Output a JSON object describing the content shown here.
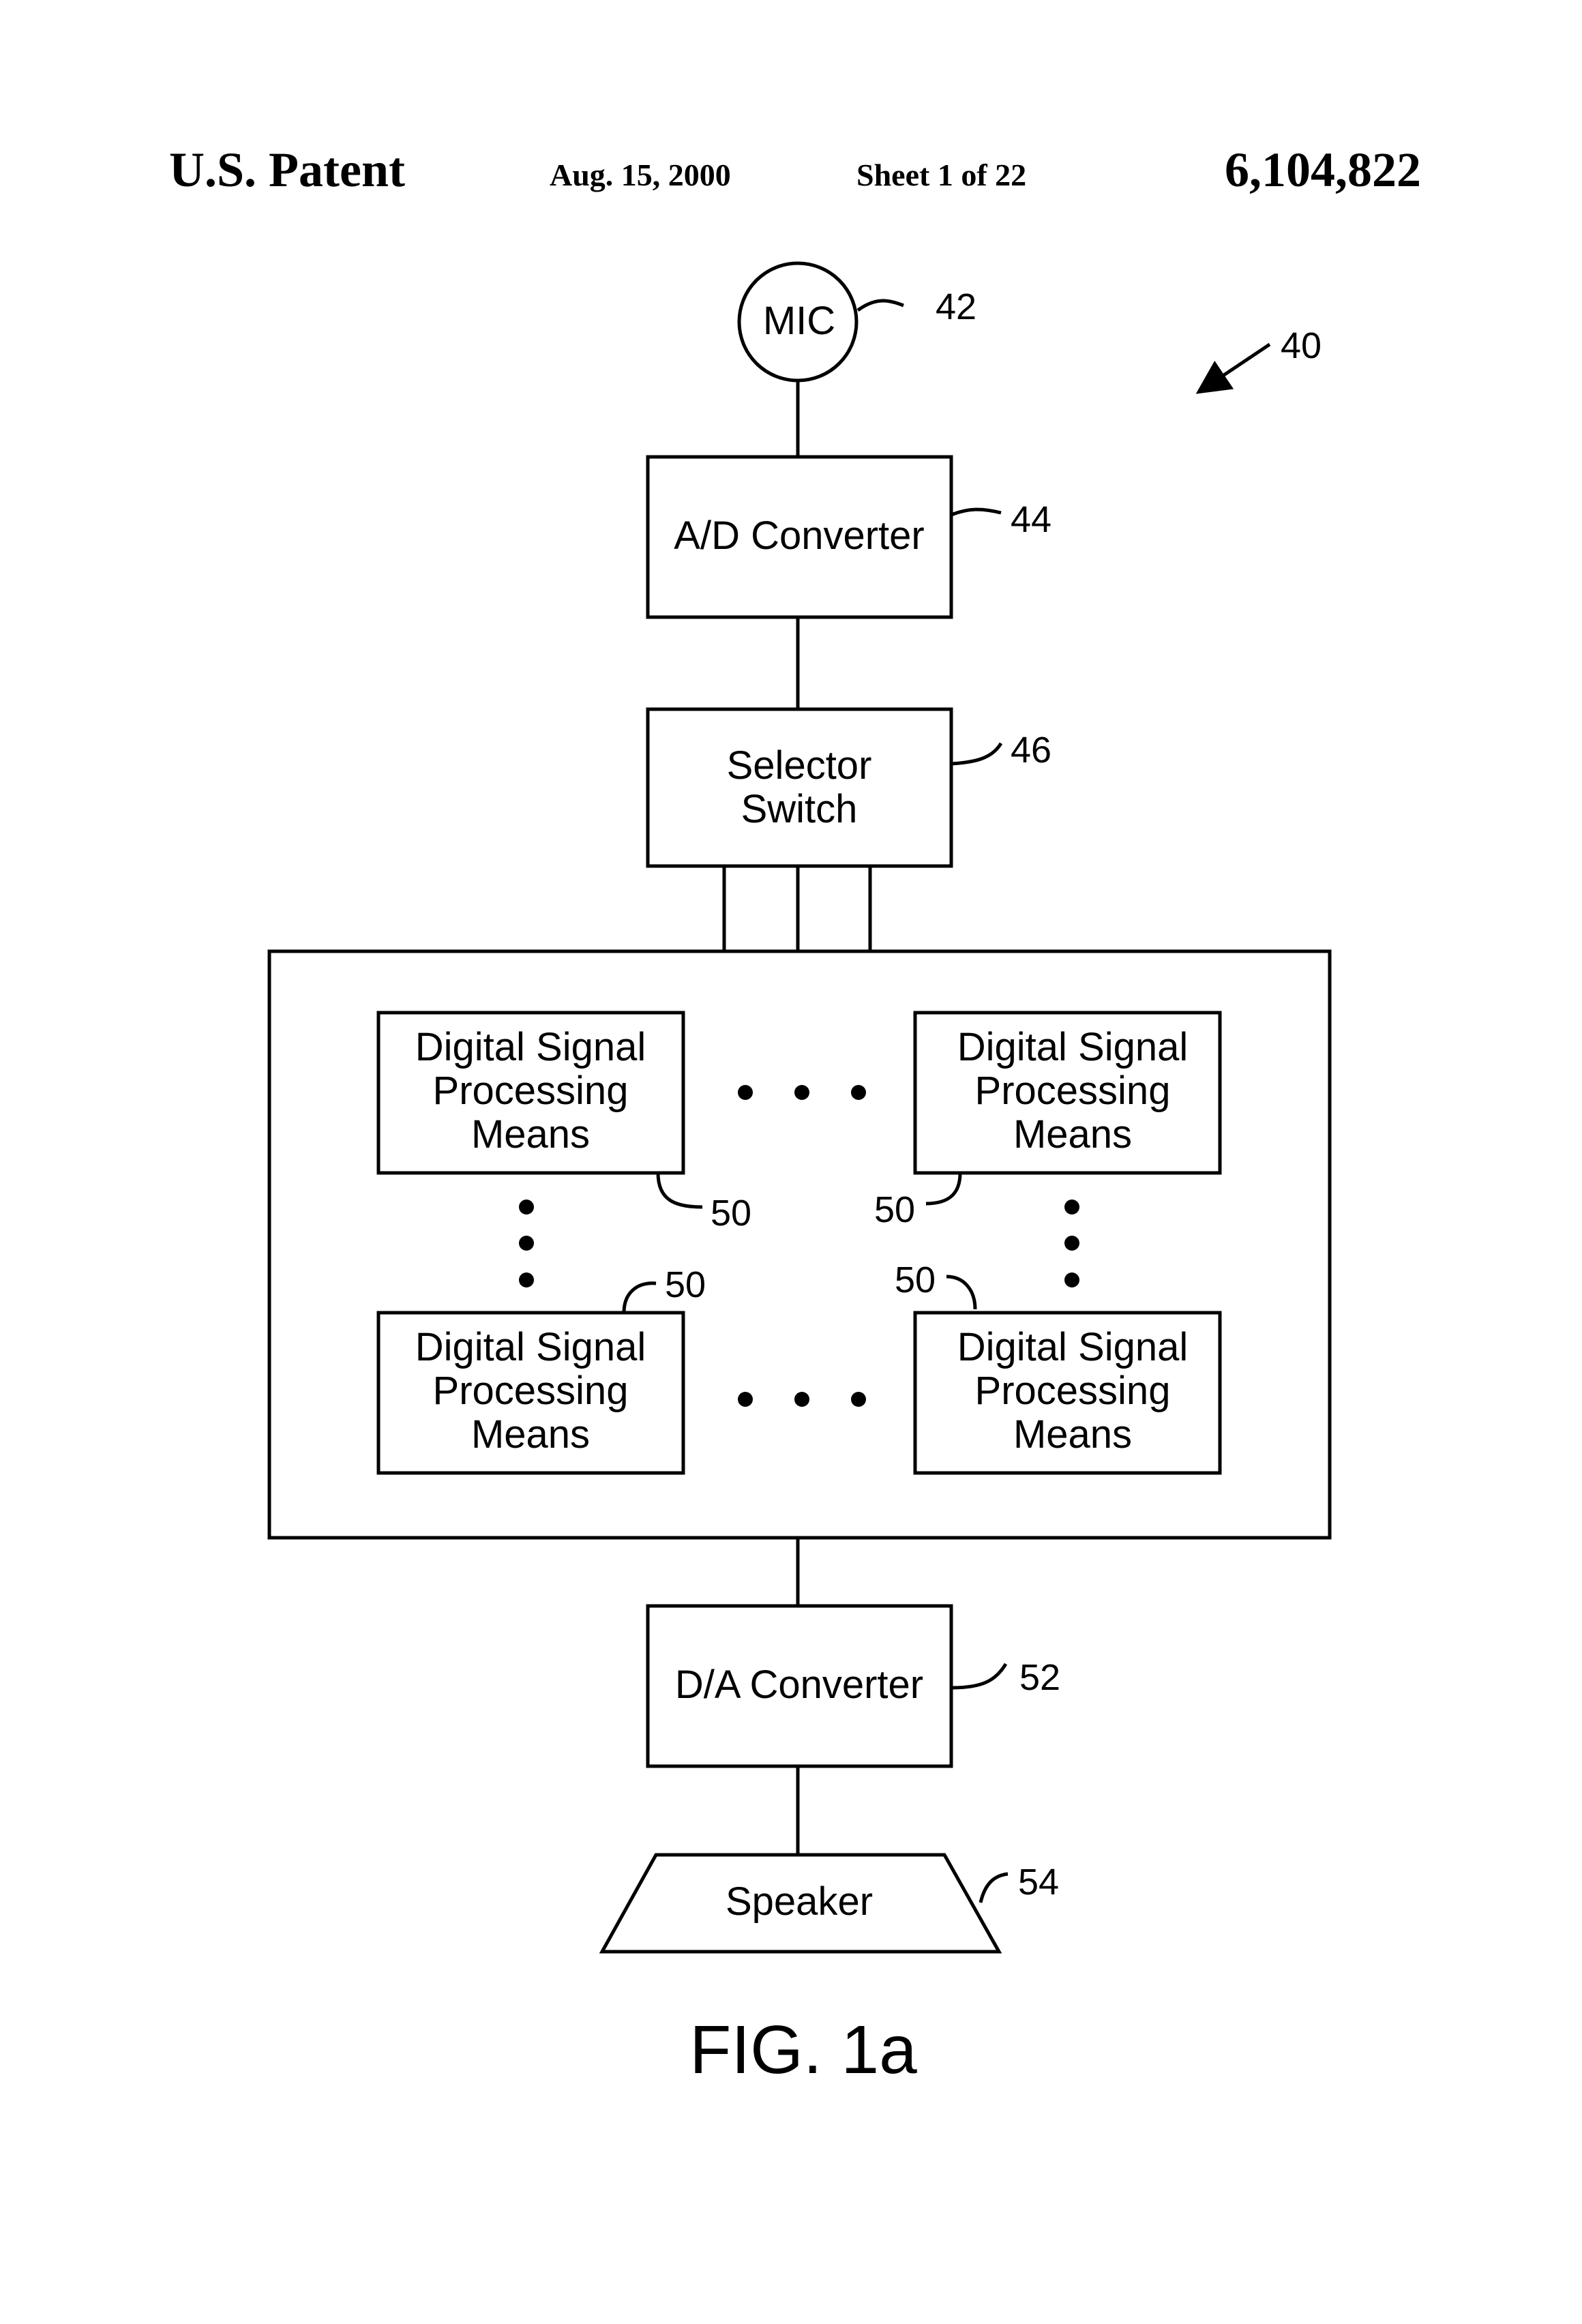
{
  "header": {
    "title": "U.S. Patent",
    "date": "Aug. 15, 2000",
    "sheet": "Sheet 1 of 22",
    "patent_number": "6,104,822"
  },
  "diagram": {
    "mic": {
      "label": "MIC",
      "ref": "42"
    },
    "system_ref": "40",
    "ad_converter": {
      "label": "A/D Converter",
      "ref": "44"
    },
    "selector_switch": {
      "line1": "Selector",
      "line2": "Switch",
      "ref": "46"
    },
    "dsp_blocks": [
      {
        "line1": "Digital Signal",
        "line2": "Processing",
        "line3": "Means",
        "ref": "50"
      },
      {
        "line1": "Digital Signal",
        "line2": "Processing",
        "line3": "Means",
        "ref": "50"
      },
      {
        "line1": "Digital Signal",
        "line2": "Processing",
        "line3": "Means",
        "ref": "50"
      },
      {
        "line1": "Digital Signal",
        "line2": "Processing",
        "line3": "Means",
        "ref": "50"
      }
    ],
    "da_converter": {
      "label": "D/A Converter",
      "ref": "52"
    },
    "speaker": {
      "label": "Speaker",
      "ref": "54"
    },
    "figure_label": "FIG. 1a"
  }
}
